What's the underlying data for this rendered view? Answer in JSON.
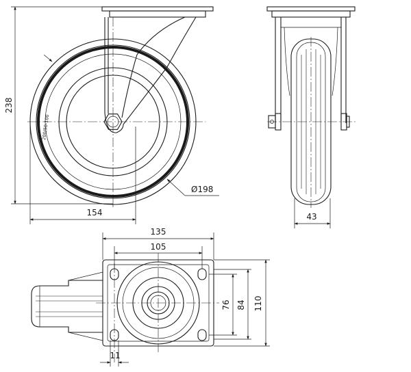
{
  "dimensions": {
    "total_height": "238",
    "wheel_diameter": "Ø198",
    "offset": "154",
    "wheel_width": "43",
    "plate_length": "135",
    "hole_spacing_length": "105",
    "hole_spacing_width": "76",
    "inner_width": "84",
    "plate_width": "110",
    "bolt_hole": "11"
  },
  "wheel_marking": "200/50-100"
}
